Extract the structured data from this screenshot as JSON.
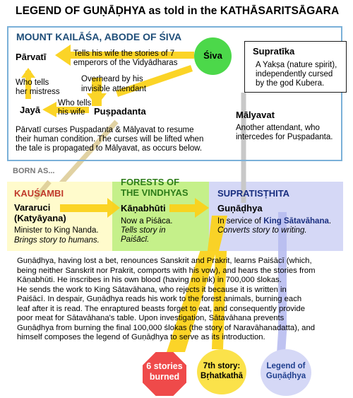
{
  "title": "LEGEND OF GUṆĀḌHYA as told in the KATHĀSARITSĀGARA",
  "kailasa": {
    "heading": "MOUNT KAILĀŚA, ABODE OF ŚIVA",
    "siva": "Śiva",
    "parvati": "Pārvatī",
    "tells_wife": [
      "Tells his wife the stories of 7",
      "emperors of the Vidyādharas"
    ],
    "overheard": [
      "Overheard by his",
      "invisible attendant"
    ],
    "tells_mistress": [
      "Who tells",
      "her mistress"
    ],
    "jaya": "Jayā",
    "tells_his_wife": [
      "Who tells",
      "his wife"
    ],
    "puspadanta": "Puṣpadanta",
    "curse": [
      "Pārvatī curses Puṣpadanta & Mālyavat to resume",
      "their human condition. The curses will be lifted when",
      "the tale is propagated to Mālyavat, as occurs below."
    ],
    "supratika_name": "Supratīka",
    "supratika_desc": [
      "A Yakṣa (nature spirit),",
      "independently cursed",
      "by the god Kubera."
    ],
    "malyavat_name": "Mālyavat",
    "malyavat_desc": [
      "Another attendant, who",
      "intercedes for Puṣpadanta."
    ]
  },
  "born_as": "BORN AS...",
  "regions": {
    "kausambi": {
      "heading": "KAUŚAMBI",
      "name": [
        "Vararuci",
        "(Katyāyana)"
      ],
      "role": "Minister to King Nanda.",
      "note": "Brings story to humans."
    },
    "vindhyas": {
      "heading": [
        "FORESTS OF",
        "THE VINDHYAS"
      ],
      "name": "Kāṇabhūti",
      "role": "Now a Piśāca.",
      "note": [
        "Tells story in",
        "Paiśācī."
      ]
    },
    "supratisthita": {
      "heading": "SUPRATISṬHITA",
      "name": "Guṇāḍhya",
      "role_prefix": "In service of ",
      "king": "King Sātavāhana",
      "role_suffix": ".",
      "note": "Converts story to writing."
    }
  },
  "narrative": [
    "Guṇāḍhya, having lost a bet, renounces Sanskrit and Prakrit, learns Paiśācī (which,",
    "being neither Sanskrit nor Prakrit, comports with his vow), and hears the stories from",
    "Kāṇabhūti. He inscribes in his own blood (having no ink) in 700,000 ślokas.",
    "He sends the work to King Sātavāhana, who rejects it because it is written in",
    "Paiśācī. In despair, Guṇāḍhya reads his work to the forest animals, burning each",
    "leaf after it is read. The enraptured beasts forget to eat, and consequently provide",
    "poor meat for Sātavāhana's table. Upon investigation, Sātavāhana prevents",
    "Guṇāḍhya from burning the final 100,000 ślokas (the story of Naravāhanadatta), and",
    "himself composes the legend of Guṇāḍhya to serve as its introduction."
  ],
  "outcomes": {
    "burned": [
      "6 stories",
      "burned"
    ],
    "seventh": [
      "7th story:",
      "Bṛhatkathā"
    ],
    "legend": [
      "Legend of",
      "Guṇāḍhya"
    ]
  },
  "colors": {
    "arrow_yellow": "#fbd21c",
    "arrow_gray": "#c8c8c8",
    "arrow_tan": "#d9c58c",
    "arrow_lavender": "#b8bdf0",
    "siva_green": "#4cd84a",
    "kailasa_border": "#7ab0d8",
    "heading_blue": "#1f4e79",
    "kausambi_bg": "#fffbcc",
    "kausambi_head": "#c0392b",
    "vindhya_bg": "#c5f08a",
    "vindhya_head": "#2e7d1a",
    "supratisthita_bg": "#d5d8f6",
    "supratisthita_head": "#1a2f80",
    "burned_red": "#ef4a4a",
    "seventh_yellow": "#fbe24a"
  }
}
